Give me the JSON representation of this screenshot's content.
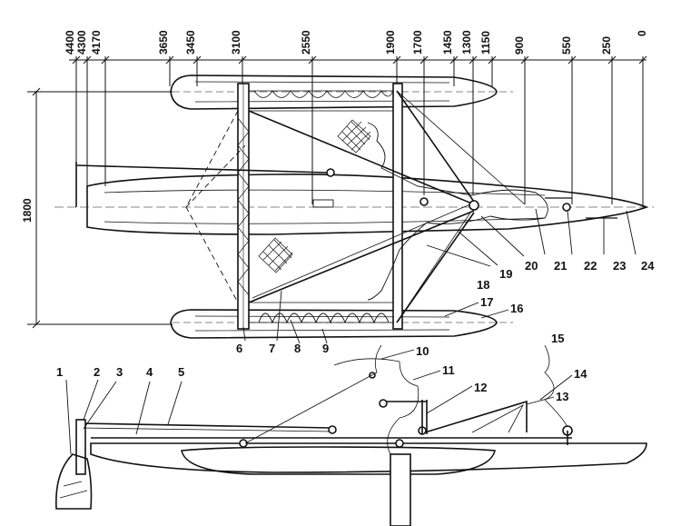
{
  "dimensions": {
    "top": [
      "4400",
      "4300",
      "4170",
      "3650",
      "3450",
      "3100",
      "2550",
      "1900",
      "1700",
      "1450",
      "1300",
      "1150",
      "900",
      "550",
      "250",
      "0"
    ],
    "overall_width": "1800"
  },
  "callouts": [
    "1",
    "2",
    "3",
    "4",
    "5",
    "6",
    "7",
    "8",
    "9",
    "10",
    "11",
    "12",
    "13",
    "14",
    "15",
    "16",
    "17",
    "18",
    "19",
    "20",
    "21",
    "22",
    "23",
    "24"
  ]
}
